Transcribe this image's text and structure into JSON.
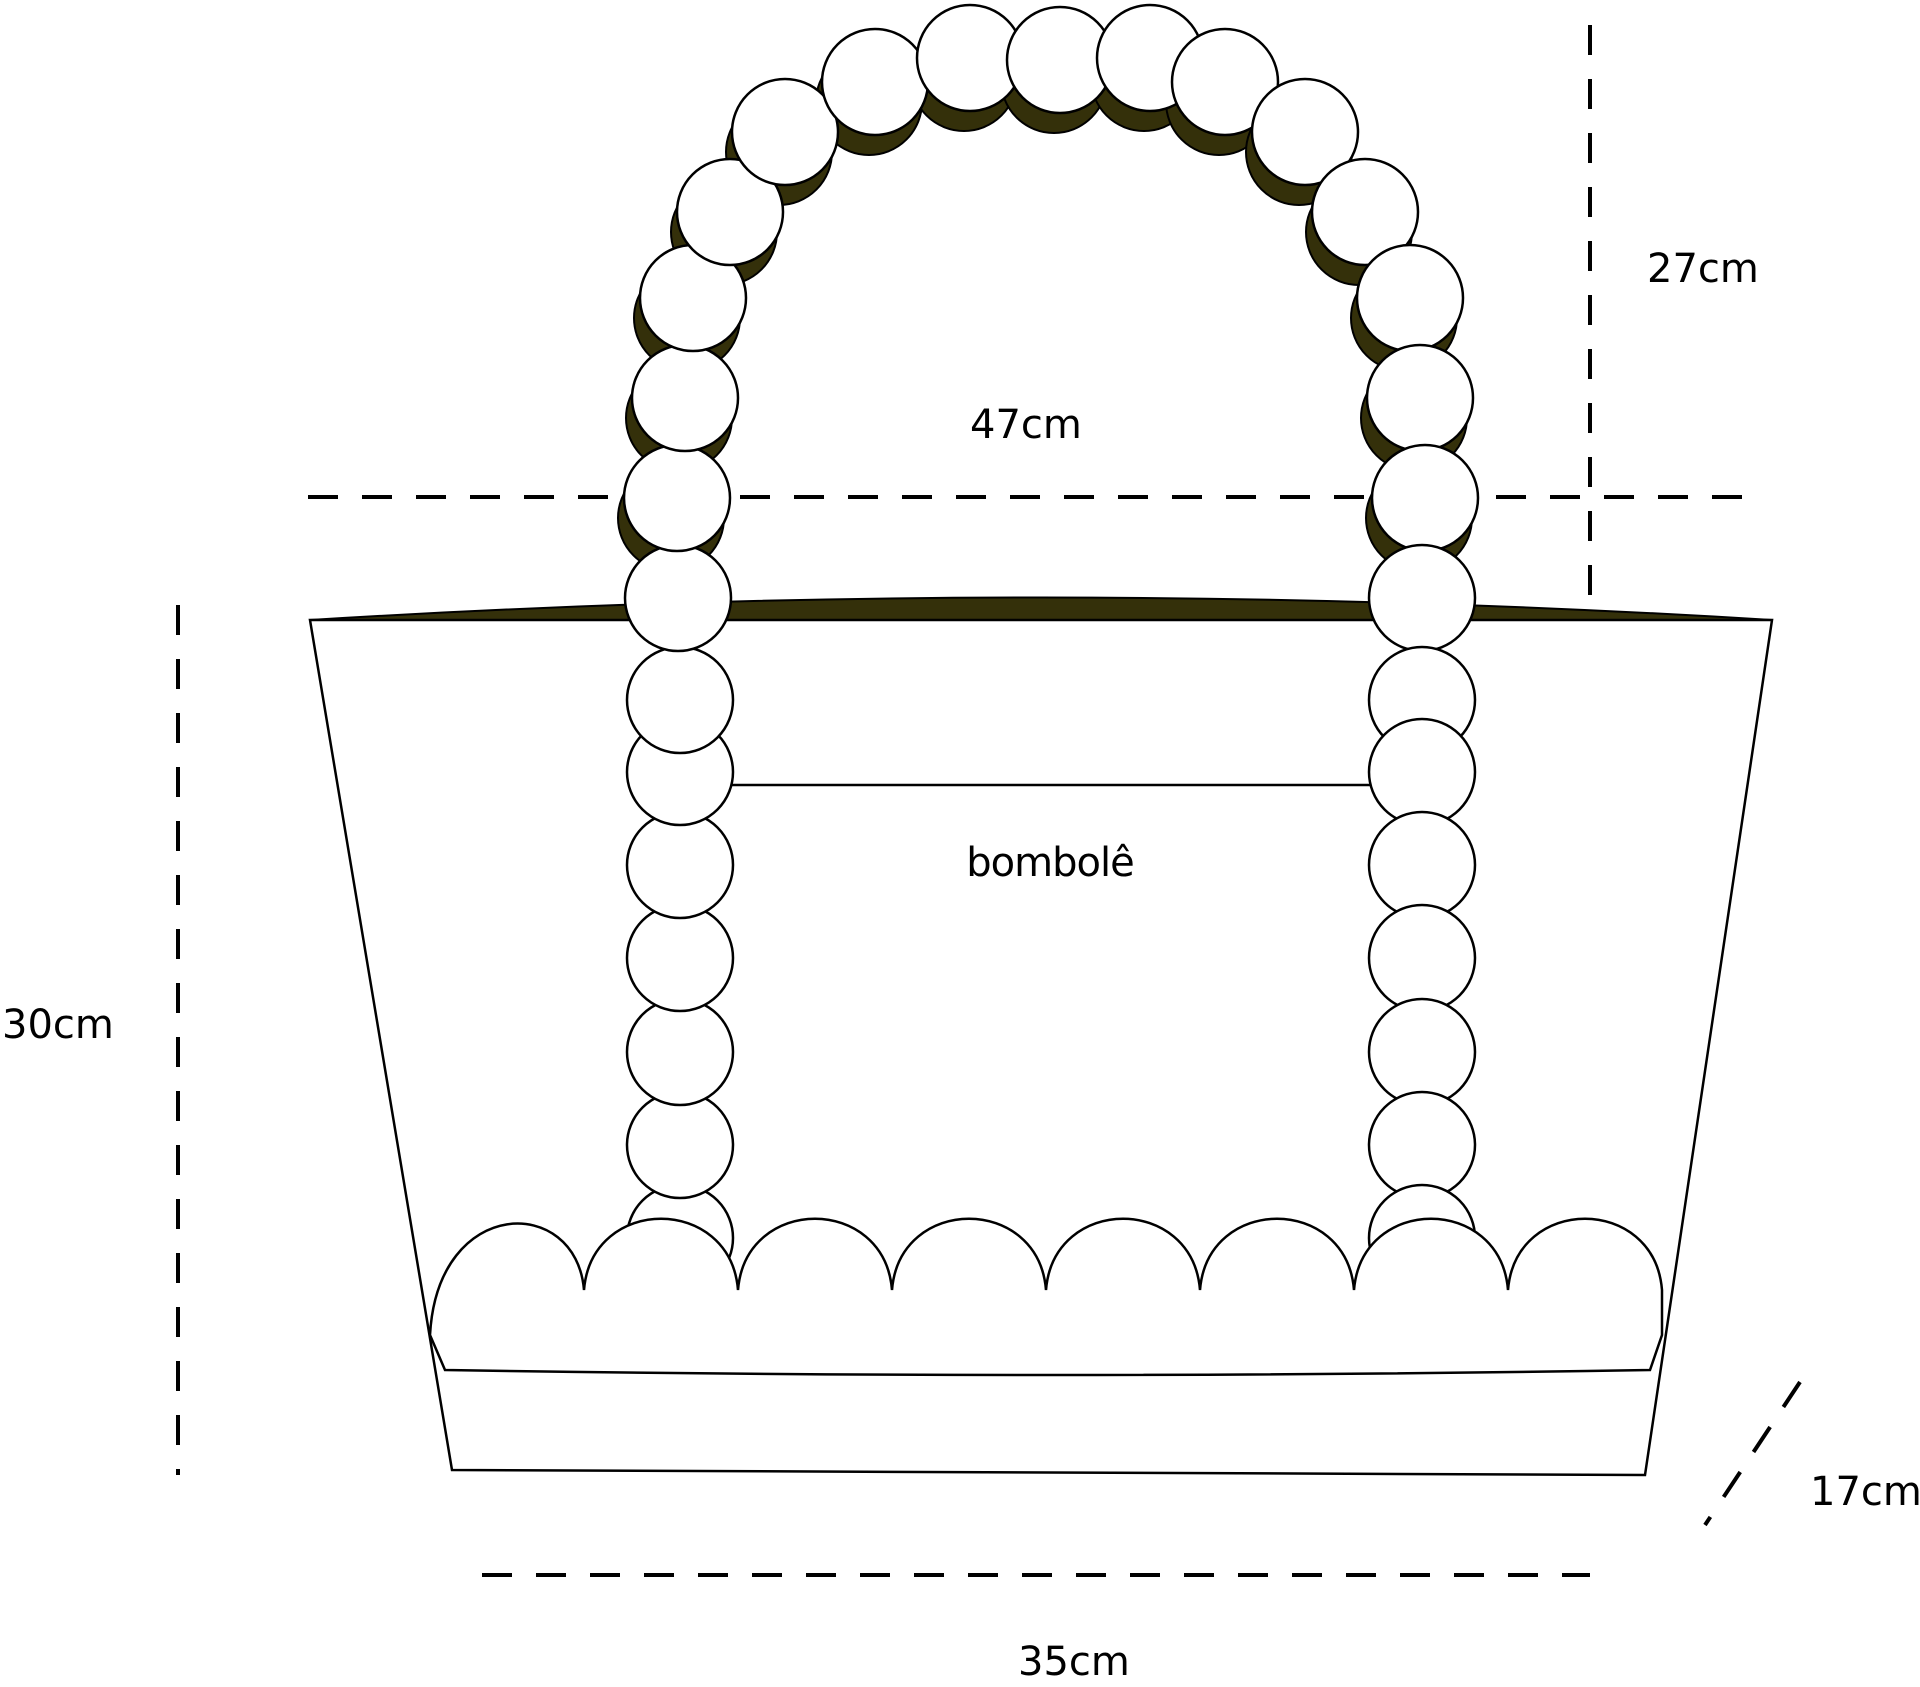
{
  "dimensions": {
    "handle_height": "27cm",
    "top_width": "47cm",
    "bag_height": "30cm",
    "depth": "17cm",
    "bottom_width": "35cm"
  },
  "brand": {
    "logo": "bombolê"
  },
  "colors": {
    "outline": "#000000",
    "lining": "#34300a",
    "fill": "#ffffff"
  }
}
